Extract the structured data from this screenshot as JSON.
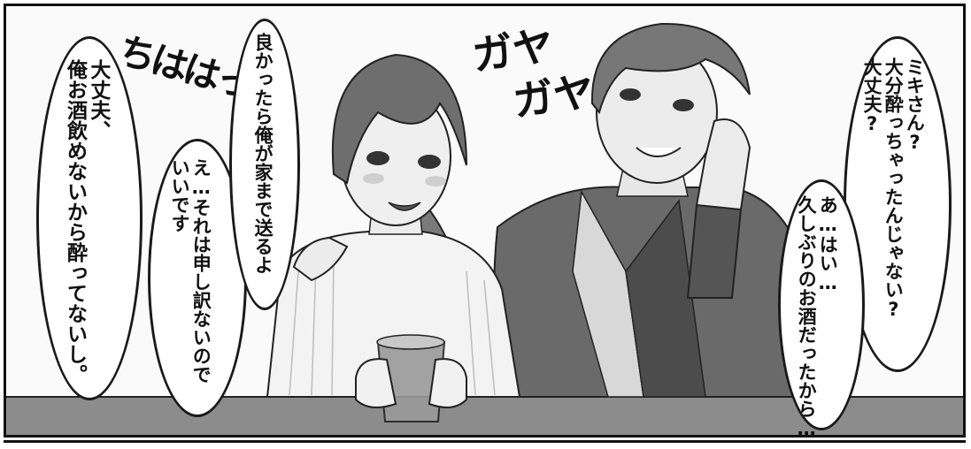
{
  "sfx": {
    "chuckle": "ちははっ",
    "chatter_1": "ガヤ",
    "chatter_2": "ガヤ"
  },
  "dialogue": {
    "bubble_1": "大丈夫、\n俺お酒飲めないから酔ってないし。",
    "bubble_2": "え…それは申し訳ないので\nいいです",
    "bubble_3": "良かったら俺が家まで送るよ",
    "bubble_4": "ミキさん?\n大分酔っちゃったんじゃない?\n大丈夫?",
    "bubble_5": "あ…はい…\n久しぶりのお酒だったから…"
  }
}
